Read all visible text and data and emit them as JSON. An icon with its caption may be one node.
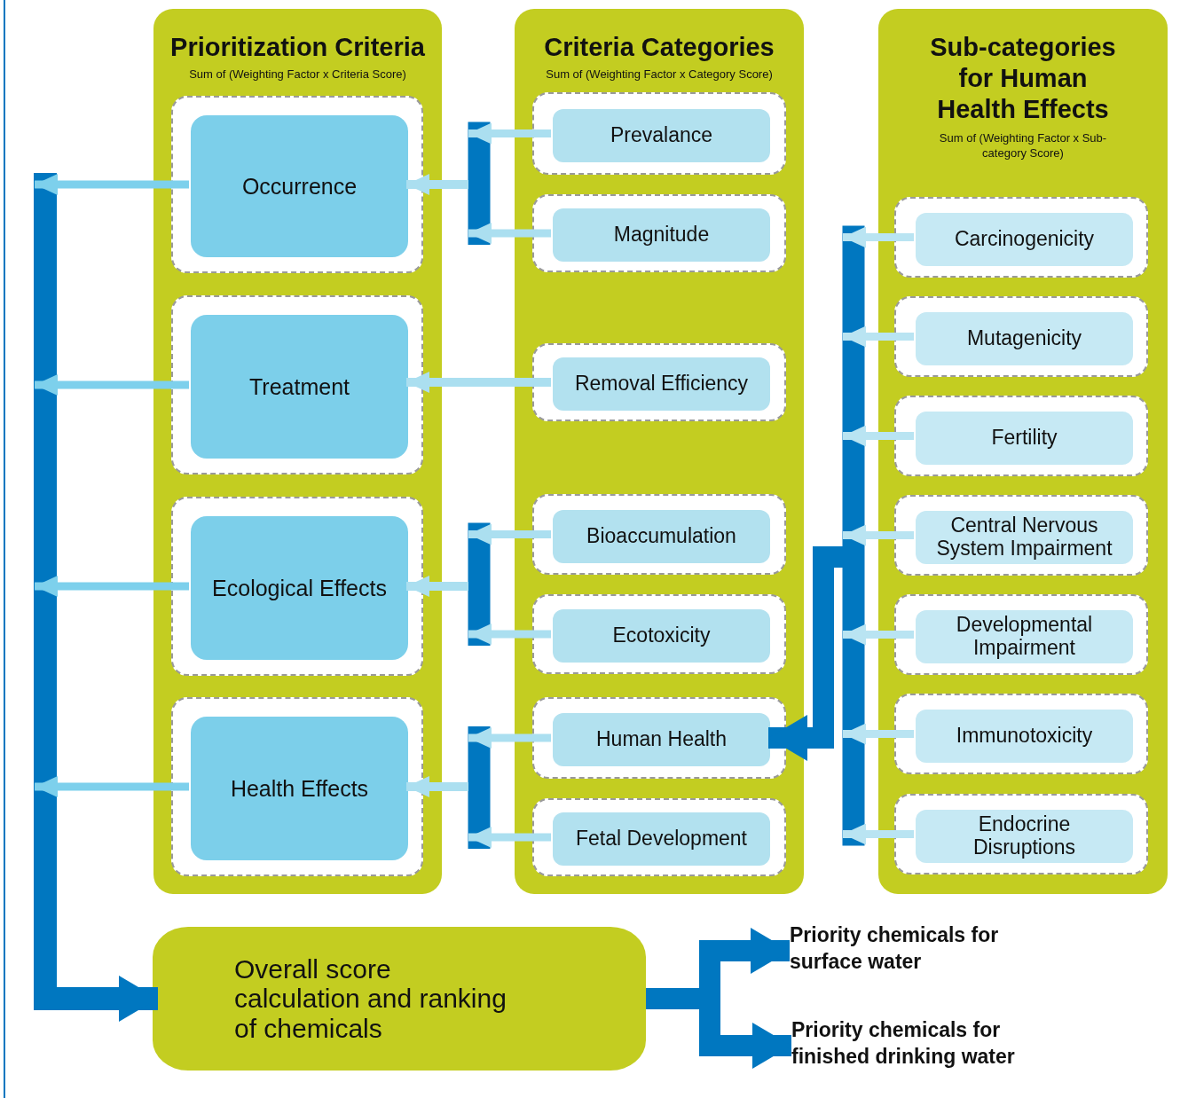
{
  "diagram": {
    "nodes": [
      {
        "text": [
          "Prioritization Criteria",
          "Sum of (Weighting Factor x Criteria Score)"
        ]
      },
      {
        "text": [],
        "shape": "box",
        "in": 0
      },
      {
        "text": [
          "Occurrence"
        ],
        "in": 1
      },
      {
        "text": [],
        "shape": "box",
        "in": 0
      },
      {
        "text": [
          "Treatment"
        ],
        "in": 3
      },
      {
        "text": [],
        "shape": "box",
        "in": 0
      },
      {
        "text": [
          "Ecological Effects"
        ],
        "in": 5
      },
      {
        "text": [],
        "shape": "box",
        "in": 0
      },
      {
        "text": [
          "Health Effects"
        ],
        "in": 7
      },
      {
        "text": [
          "Criteria Categories",
          "Sum of (Weighting Factor x Category Score)"
        ]
      },
      {
        "text": [],
        "shape": "box",
        "in": 9
      },
      {
        "text": [
          "Prevalance"
        ],
        "in": 10
      },
      {
        "text": [],
        "shape": "box",
        "in": 9
      },
      {
        "text": [
          "Magnitude"
        ],
        "in": 12
      },
      {
        "text": [],
        "shape": "box",
        "in": 9
      },
      {
        "text": [
          "Removal Efficiency"
        ],
        "in": 14
      },
      {
        "text": [],
        "shape": "box",
        "in": 9
      },
      {
        "text": [
          "Bioaccumulation"
        ],
        "in": 16
      },
      {
        "text": [],
        "shape": "box",
        "in": 9
      },
      {
        "text": [
          "Ecotoxicity"
        ],
        "in": 18
      },
      {
        "text": [],
        "shape": "box",
        "in": 9
      },
      {
        "text": [
          "Human Health"
        ],
        "in": 20
      },
      {
        "text": [],
        "shape": "box",
        "in": 9
      },
      {
        "text": [
          "Fetal Development"
        ],
        "in": 22
      },
      {
        "text": [
          "Sub-categories for Human Health Effects",
          "Sum of (Weighting Factor x Sub-category Score)"
        ]
      },
      {
        "text": [],
        "shape": "box",
        "in": 24
      },
      {
        "text": [
          "Carcinogenicity"
        ],
        "in": 25
      },
      {
        "text": [],
        "shape": "box",
        "in": 24
      },
      {
        "text": [
          "Mutagenicity"
        ],
        "in": 27
      },
      {
        "text": [],
        "shape": "box",
        "in": 24
      },
      {
        "text": [
          "Fertility"
        ],
        "in": 29
      },
      {
        "text": [],
        "shape": "box",
        "in": 24
      },
      {
        "text": [
          "Central Nervous System Impairment"
        ],
        "in": 31
      },
      {
        "text": [],
        "shape": "box",
        "in": 24
      },
      {
        "text": [
          "Developmental Impairment"
        ],
        "in": 33
      },
      {
        "text": [],
        "shape": "box",
        "in": 24
      },
      {
        "text": [
          "Immunotoxicity"
        ],
        "in": 35
      },
      {
        "text": [],
        "shape": "box",
        "in": 24
      },
      {
        "text": [
          "Endocrine Disruptions"
        ],
        "in": 37
      },
      {
        "text": [
          "Overall score calculation and ranking of chemicals"
        ]
      },
      {
        "text": [
          "Priority chemicals for surface water"
        ]
      },
      {
        "text": [
          "Priority chemicals for finished drinking water"
        ]
      }
    ],
    "edges": [
      {
        "from": 11,
        "to": 2,
        "arrow": "to"
      },
      {
        "from": 13,
        "to": 2,
        "arrow": "to"
      },
      {
        "from": 15,
        "to": 4,
        "arrow": "to",
        "color": "#abdff0"
      },
      {
        "from": 17,
        "to": 6,
        "arrow": "to"
      },
      {
        "from": 19,
        "to": 6,
        "arrow": "to"
      },
      {
        "from": 21,
        "to": 8,
        "arrow": "to"
      },
      {
        "from": 23,
        "to": 8,
        "arrow": "to"
      },
      {
        "from": 26,
        "to": 21,
        "arrow": "to"
      },
      {
        "from": 28,
        "to": 21,
        "arrow": "to"
      },
      {
        "from": 30,
        "to": 21,
        "arrow": "to"
      },
      {
        "from": 32,
        "to": 21,
        "arrow": "to"
      },
      {
        "from": 34,
        "to": 21,
        "arrow": "to"
      },
      {
        "from": 36,
        "to": 21,
        "arrow": "to"
      },
      {
        "from": 38,
        "to": 21,
        "arrow": "to"
      },
      {
        "from": 2,
        "to": 39,
        "arrow": "to"
      },
      {
        "from": 4,
        "to": 39,
        "arrow": "to"
      },
      {
        "from": 6,
        "to": 39,
        "arrow": "to"
      },
      {
        "from": 8,
        "to": 39,
        "arrow": "to"
      },
      {
        "from": 39,
        "to": 40,
        "arrow": "to"
      },
      {
        "from": 39,
        "to": 41,
        "arrow": "to"
      }
    ]
  }
}
